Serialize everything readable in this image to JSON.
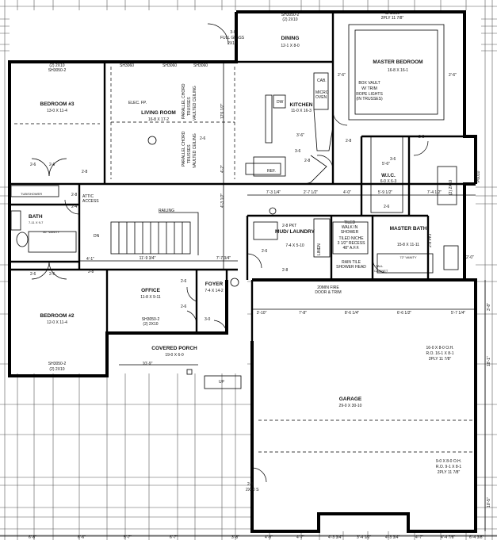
{
  "rooms": {
    "dining": {
      "name": "DINING",
      "size": "12-1 X 8-0"
    },
    "master_bedroom": {
      "name": "MASTER BEDROOM",
      "size": "16-8 X 16-1"
    },
    "bedroom3": {
      "name": "BEDROOM #3",
      "size": "13-0 X 11-4"
    },
    "living_room": {
      "name": "LIVING ROOM",
      "size": "16-8 X 17-2"
    },
    "kitchen": {
      "name": "KITCHEN",
      "size": "11-0 X 16-3"
    },
    "bath": {
      "name": "BATH",
      "size": "7-11 X 9-7"
    },
    "wic": {
      "name": "W.I.C.",
      "size": "6-0 X 6-3"
    },
    "master_bath": {
      "name": "MASTER BATH",
      "size": "15-8 X 11-11"
    },
    "mud_laundry": {
      "name": "MUD/ LAUNDRY",
      "size": "7-4 X 5-10"
    },
    "office": {
      "name": "OFFICE",
      "size": "11-8 X 9-11"
    },
    "foyer": {
      "name": "FOYER",
      "size": "7-4 X 14-2"
    },
    "bedroom2": {
      "name": "BEDROOM #2",
      "size": "12-0 X 11-4"
    },
    "covered_porch": {
      "name": "COVERED PORCH",
      "size": "19-0 X 6-0"
    },
    "garage": {
      "name": "GARAGE",
      "size": "29-0 X 30-10"
    }
  },
  "notes": {
    "sh3050_top": "SH3050-2",
    "header_top": "(2) 2X10",
    "full_glass": "FULL GLASS",
    "door_3_0": "3-0",
    "header_2x10": "2X10",
    "sh3050_master": "SH3050",
    "master_header": "2PLY 11 7/8\"",
    "box_vault": "BOX VAULT",
    "w_trim": "W/ TRIM",
    "rope_lights": "ROPE LIGHTS",
    "in_trusses": "(IN TRUSSES)",
    "cab": "CAB.",
    "micro_oven": "MICRO OVEN",
    "dw": "DW",
    "ref": "REF.",
    "elec_fp": "ELEC. FP.",
    "parallel_chord": "PARALLEL CHORD",
    "trusses": "TRUSSES",
    "vaulted_ceiling": "VAULTED CEILING",
    "sh3060": "SH3060",
    "bed3_header": "(2) 2X10",
    "bed3_sh": "SH3050-2",
    "attic_access": "ATTIC ACCESS",
    "tub_shower": "TUB/SHOWER",
    "bath_size_note": "7-11 X 9-7",
    "vanity_36": "36\" VANITY",
    "railing": "RAILING",
    "dn": "DN",
    "pkt_2_8": "2-8 PKT",
    "tiled_walk_in": "TILED",
    "walk_in_shower": "WALK IN",
    "shower": "SHOWER",
    "tiled_niche": "TILED NICHE",
    "recess": "3 1/2\" RECESS",
    "aff": "48\" A.F.F.",
    "rain_tile": "RAIN TILE",
    "shower_head": "SHOWER HEAD",
    "vanity_72": "72\" VANITY",
    "tall_cab": "TALL",
    "cabinet": "CABINET",
    "pkt_2_8_mb": "2-8 PKT",
    "linen": "LINEN",
    "fire_door": "20MIN FIRE",
    "door_trim": "DOOR & TRIM",
    "garage_door1": "16-0 X 8-0 O.H.",
    "garage_ro1": "R.O. 16-1 X 8-1",
    "garage_hdr1": "2PLY 11 7/8\"",
    "garage_door2": "9-0 X 8-0 O.H.",
    "garage_ro2": "R.O. 9-1 X 8-1",
    "garage_hdr2": "2PLY 11 7/8\"",
    "office_sh": "SH3050-2",
    "office_hdr": "(2) 2X10",
    "bed2_sh": "SH3050-2",
    "bed2_hdr": "(2) 2X10",
    "up": "UP",
    "garage_header_right": "(2) 2X10",
    "garage_header_right2": "P6010",
    "garage_door_28": "2-8",
    "garage_door_hdr": "2X10 S"
  },
  "dimensions": {
    "d_12_6_half": "12'6 1/2\"",
    "d_4_2": "4'-2\"",
    "d_4_3_half": "4'-3 1/2\"",
    "d_11_9_3q": "11'-9 3/4\"",
    "d_7_7_3q": "7'-7 3/4\"",
    "d_4_1": "4'-1\"",
    "d_7_3_q": "7'-3 1/4\"",
    "d_2_7_half": "2'-7 1/2\"",
    "d_4_0": "4'-0\"",
    "d_5_9_half": "5'-9 1/2\"",
    "d_7_4_half": "7'-4 1/2\"",
    "d_2_6": "2'-6\"",
    "d_3_6": "3'-6\"",
    "d_5_6": "5'-6\"",
    "d_10_9": "10'-9\"",
    "d_3_10": "3'-10\"",
    "d_7_8": "7'-8\"",
    "d_8_6_q": "8'-6 1/4\"",
    "d_6_6_half": "6'-6 1/2\"",
    "d_5_7_q": "5'-7 1/4\"",
    "d_18_1": "18'-1\"",
    "d_10_5": "10'-5\"",
    "d_2_0": "2'-0\"",
    "d_3_8": "3'-8\"",
    "d_2_6_b": "2-6",
    "d_2_8": "2-8",
    "d_2_8b": "2-8",
    "d_2_8c": "2-8",
    "d_2_6c": "2-6",
    "d_2_8d": "2-8",
    "d_3_6d": "3-6",
    "d_3_6e": "3-6",
    "d_2_6d": "2-6",
    "d_2_4": "2-4",
    "d_2_6e": "2-6",
    "d_2_8e": "2-8",
    "d_2_8f": "2-8",
    "d_2_6f": "2-6",
    "d_2_6g": "2-6",
    "d_2_8g": "2-8",
    "d_3_0": "3-0",
    "d_2_6h": "2-6",
    "bottom": [
      "6'-8\"",
      "6'-6\"",
      "5'-7\"",
      "6'-7\"",
      "3'-8\"",
      "4'-8\"",
      "4'-7\"",
      "4'-3 3/4\"",
      "3'-4 1/2\"",
      "4'-3 3/4\"",
      "4'-7\"",
      "4'-4 7/8\"",
      "6'-4 3/8\""
    ]
  }
}
